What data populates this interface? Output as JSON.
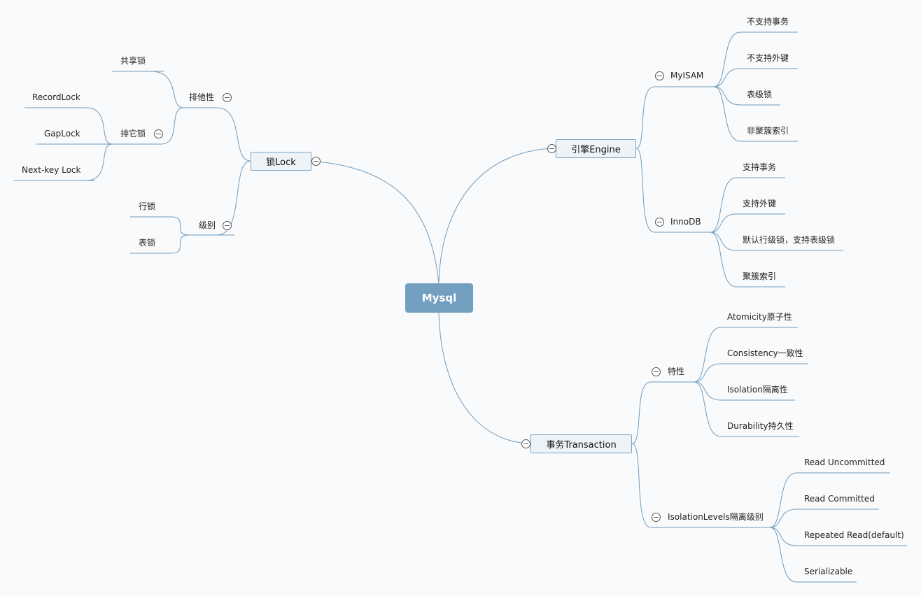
{
  "root": "Mysql",
  "lock": {
    "label": "锁Lock",
    "exclusivity": {
      "label": "排他性",
      "shared": "共享锁",
      "exclusive": {
        "label": "排它锁",
        "record": "RecordLock",
        "gap": "GapLock",
        "nextkey": "Next-key Lock"
      }
    },
    "level": {
      "label": "级别",
      "row": "行锁",
      "table": "表锁"
    }
  },
  "engine": {
    "label": "引擎Engine",
    "myisam": {
      "label": "MyISAM",
      "items": [
        "不支持事务",
        "不支持外键",
        "表级锁",
        "非聚簇索引"
      ]
    },
    "innodb": {
      "label": "InnoDB",
      "items": [
        "支持事务",
        "支持外键",
        "默认行级锁，支持表级锁",
        "聚簇索引"
      ]
    }
  },
  "transaction": {
    "label": "事务Transaction",
    "props": {
      "label": "特性",
      "items": [
        "Atomicity原子性",
        "Consistency一致性",
        "Isolation隔离性",
        "Durability持久性"
      ]
    },
    "levels": {
      "label": "IsolationLevels隔离级别",
      "items": [
        "Read Uncommitted",
        "Read Committed",
        "Repeated Read(default)",
        "Serializable"
      ]
    }
  }
}
